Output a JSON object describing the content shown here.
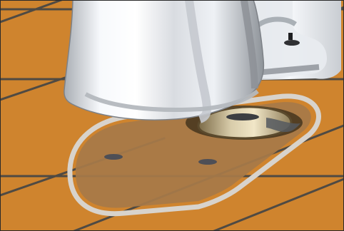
{
  "scene": {
    "description_visible_text": "",
    "colors": {
      "tile": "#CF842E",
      "tile_shadow": "#B9702A",
      "grout": "#4F4A43",
      "outline_footprint": "#D8D3CC",
      "footprint_fill": "#A77A49",
      "hole": "#4E4F56",
      "flange_dark": "#4F3C22",
      "flange_gold": "#B3A17A",
      "flange_light": "#D7CCAF",
      "toilet_white": "#F4F6FA",
      "toilet_mid": "#D5D8DE",
      "toilet_shadow": "#9EA2A8",
      "frame_border": "#2A2A2A"
    },
    "icons": [
      "tile-floor",
      "toilet-base",
      "toilet-footprint-outline",
      "floor-flange",
      "bolt-hole",
      "bolt-cap"
    ]
  }
}
